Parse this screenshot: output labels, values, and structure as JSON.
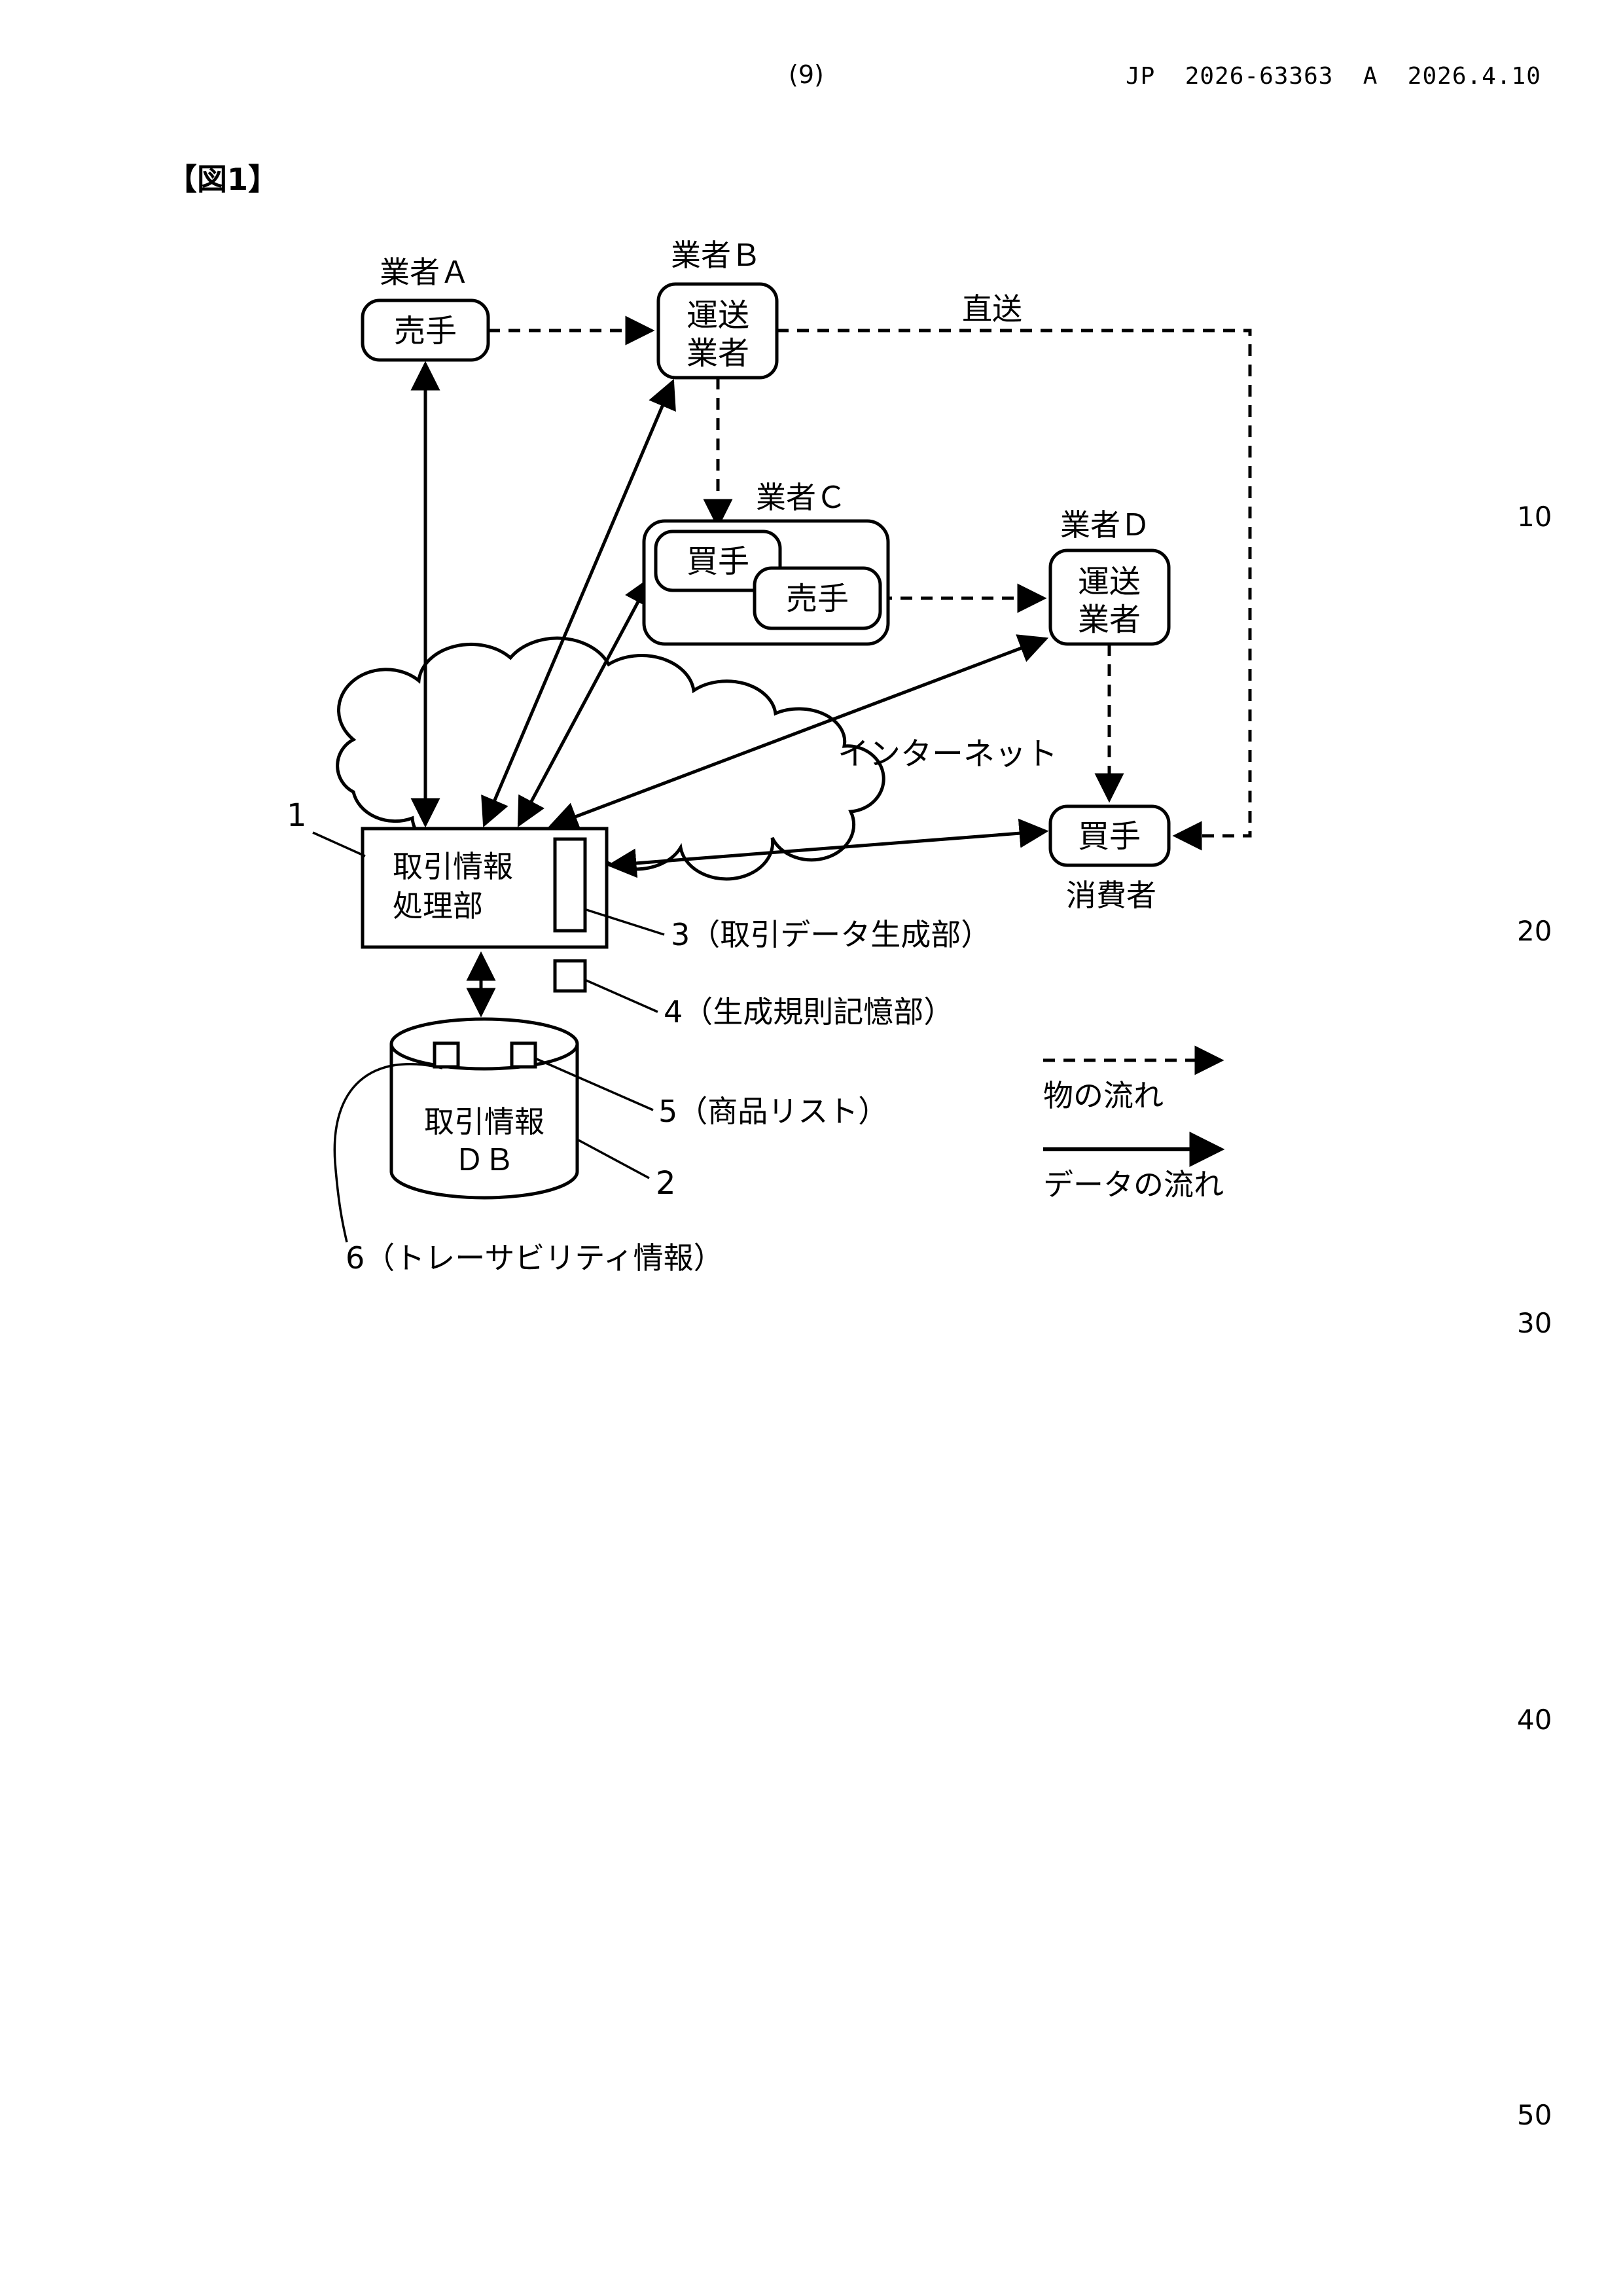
{
  "colors": {
    "ink": "#000000",
    "paper": "#ffffff"
  },
  "page": {
    "sheet_number": "(9)",
    "header_right": "JP  2026-63363  A  2026.4.10",
    "figure_label": "【図1】",
    "margin_numbers": [
      "10",
      "20",
      "30",
      "40",
      "50"
    ]
  },
  "diagram": {
    "vendor_a": {
      "label": "業者Ａ",
      "box": "売手"
    },
    "vendor_b": {
      "label": "業者Ｂ",
      "box_line1": "運送",
      "box_line2": "業者"
    },
    "vendor_c": {
      "label": "業者Ｃ",
      "buyer_box": "買手",
      "seller_box": "売手"
    },
    "vendor_d": {
      "label": "業者Ｄ",
      "box_line1": "運送",
      "box_line2": "業者"
    },
    "consumer": {
      "box": "買手",
      "label": "消費者"
    },
    "direct_label": "直送",
    "internet_label": "インターネット",
    "processor": {
      "ref": "1",
      "box_line1": "取引情報",
      "box_line2": "処理部"
    },
    "generator_label": "3（取引データ生成部）",
    "rule_store_label": "4（生成規則記憶部）",
    "db": {
      "ref": "2",
      "line1": "取引情報",
      "line2": "ＤＢ"
    },
    "product_list_label": "5（商品リスト）",
    "traceability_label": "6（トレーサビリティ情報）",
    "legend": {
      "goods_flow": "物の流れ",
      "data_flow": "データの流れ"
    }
  }
}
